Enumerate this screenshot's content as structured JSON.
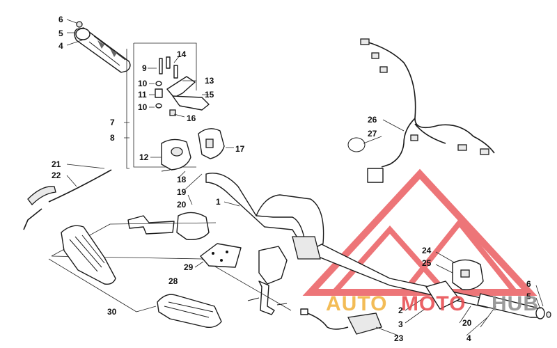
{
  "callouts": [
    {
      "id": "c6a",
      "text": "6"
    },
    {
      "id": "c5a",
      "text": "5"
    },
    {
      "id": "c4a",
      "text": "4"
    },
    {
      "id": "c14",
      "text": "14"
    },
    {
      "id": "c9",
      "text": "9"
    },
    {
      "id": "c13",
      "text": "13"
    },
    {
      "id": "c10a",
      "text": "10"
    },
    {
      "id": "c11",
      "text": "11"
    },
    {
      "id": "c15",
      "text": "15"
    },
    {
      "id": "c10b",
      "text": "10"
    },
    {
      "id": "c16",
      "text": "16"
    },
    {
      "id": "c7",
      "text": "7"
    },
    {
      "id": "c8",
      "text": "8"
    },
    {
      "id": "c17",
      "text": "17"
    },
    {
      "id": "c12",
      "text": "12"
    },
    {
      "id": "c18",
      "text": "18"
    },
    {
      "id": "c19",
      "text": "19"
    },
    {
      "id": "c20a",
      "text": "20"
    },
    {
      "id": "c21",
      "text": "21"
    },
    {
      "id": "c22",
      "text": "22"
    },
    {
      "id": "c1",
      "text": "1"
    },
    {
      "id": "c26",
      "text": "26"
    },
    {
      "id": "c27",
      "text": "27"
    },
    {
      "id": "c24",
      "text": "24"
    },
    {
      "id": "c25",
      "text": "25"
    },
    {
      "id": "c29",
      "text": "29"
    },
    {
      "id": "c28",
      "text": "28"
    },
    {
      "id": "c30",
      "text": "30"
    },
    {
      "id": "c6b",
      "text": "6"
    },
    {
      "id": "c5b",
      "text": "5"
    },
    {
      "id": "c2",
      "text": "2"
    },
    {
      "id": "c3",
      "text": "3"
    },
    {
      "id": "c20b",
      "text": "20"
    },
    {
      "id": "c23",
      "text": "23"
    },
    {
      "id": "c4b",
      "text": "4"
    }
  ],
  "watermark": {
    "text_auto": "AUTO",
    "text_moto": "MOTO",
    "text_hub": "HUB",
    "color_triangle": "#e8474c",
    "color_auto": "#f2b13a",
    "color_moto": "#e8474c",
    "color_hub": "#8a8a8a"
  }
}
